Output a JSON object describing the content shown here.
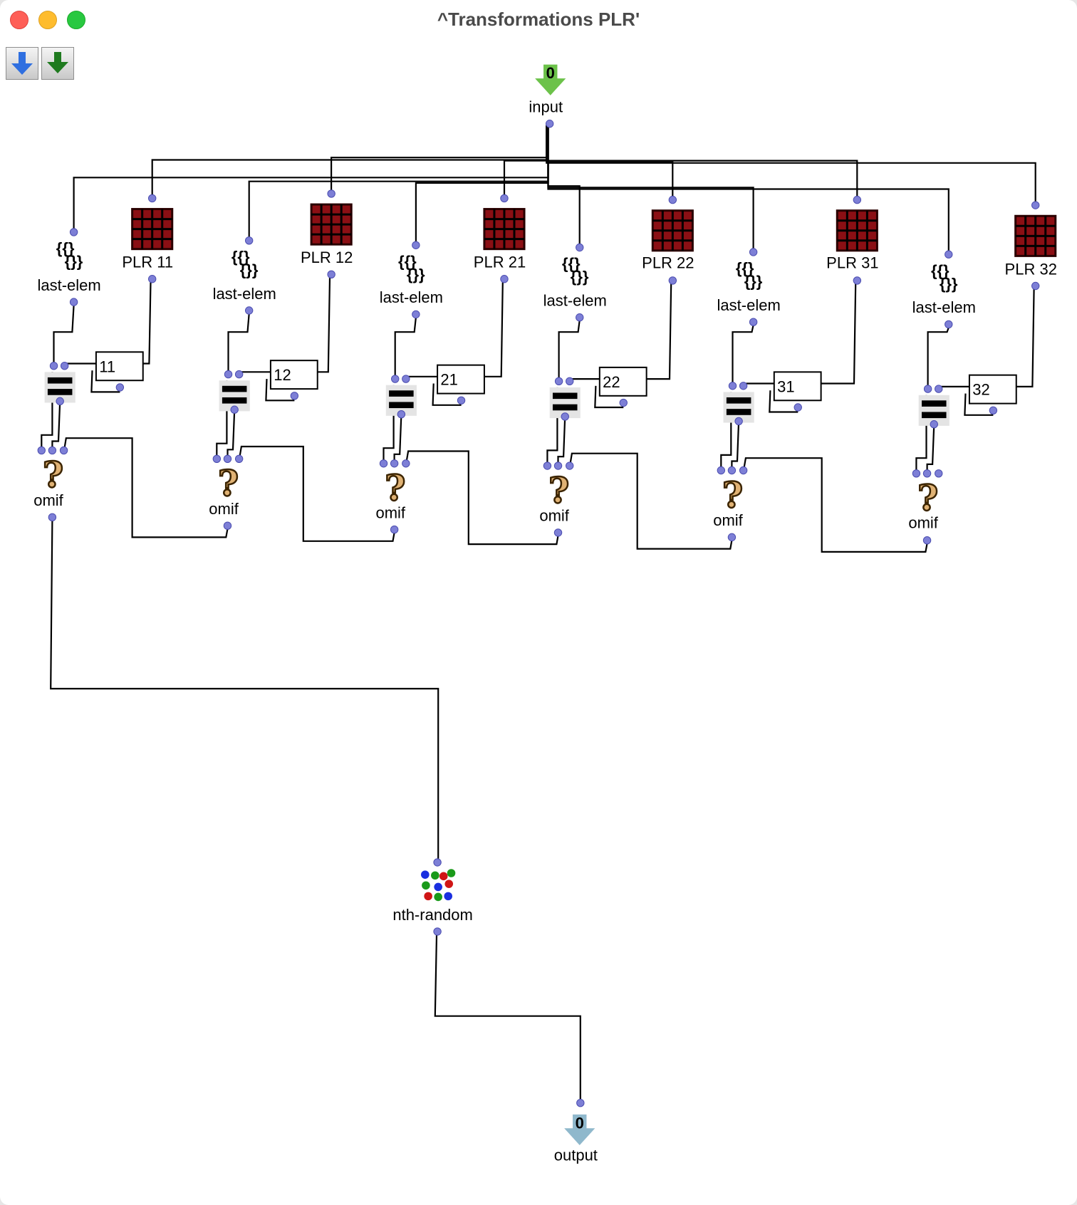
{
  "window": {
    "title": "^Transformations PLR'"
  },
  "toolbar": [
    {
      "name": "import-down-button",
      "icon": "blue-down-arrow-icon",
      "color": "#2f6fe0"
    },
    {
      "name": "export-down-button",
      "icon": "green-down-arrow-icon",
      "color": "#1f7a1f"
    }
  ],
  "input_box": {
    "label": "input",
    "index": "0",
    "color": "#6cc24a"
  },
  "output_box": {
    "label": "output",
    "index": "0",
    "color": "#8fb8cc"
  },
  "nth_random": {
    "label": "nth-random"
  },
  "branches": [
    {
      "last_elem_label": "last-elem",
      "plr_label": "PLR 11",
      "value": "11",
      "omif_label": "omif"
    },
    {
      "last_elem_label": "last-elem",
      "plr_label": "PLR 12",
      "value": "12",
      "omif_label": "omif"
    },
    {
      "last_elem_label": "last-elem",
      "plr_label": "PLR 21",
      "value": "21",
      "omif_label": "omif"
    },
    {
      "last_elem_label": "last-elem",
      "plr_label": "PLR 22",
      "value": "22",
      "omif_label": "omif"
    },
    {
      "last_elem_label": "last-elem",
      "plr_label": "PLR 31",
      "value": "31",
      "omif_label": "omif"
    },
    {
      "last_elem_label": "last-elem",
      "plr_label": "PLR 32",
      "value": "32",
      "omif_label": "omif"
    }
  ],
  "colors": {
    "port": "#7d7fd6",
    "plr_red": "#8b0f14",
    "wire": "#000000",
    "omif_fill": "#e0b274"
  }
}
